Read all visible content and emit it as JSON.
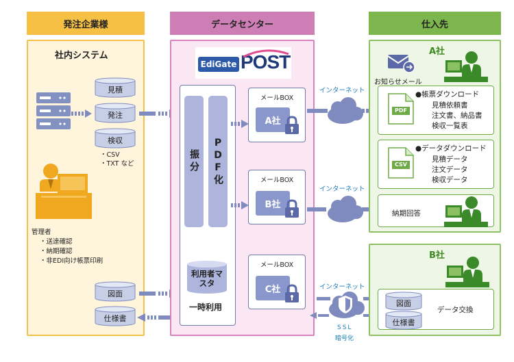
{
  "headers": {
    "orderer": "発注企業様",
    "datacenter": "データセンター",
    "supplier": "仕入先"
  },
  "orderer": {
    "system_title": "社内システム",
    "docs": [
      "見積",
      "発注",
      "検収"
    ],
    "formats": [
      "・CSV",
      "・TXT など"
    ],
    "admin_title": "管理者",
    "admin_tasks": [
      "・送達確認",
      "・納期確認",
      "・非EDI向け帳票印刷"
    ],
    "bottom_docs": [
      "図面",
      "仕様書"
    ]
  },
  "datacenter": {
    "logo_prefix": "EdiGate",
    "logo_suffix": "POST",
    "sort_label": "振分",
    "pdf_label": "PDF化",
    "user_master": "利用者マスタ",
    "temp_use": "一時利用",
    "mailboxes": [
      {
        "title": "メールBOX",
        "company": "A社"
      },
      {
        "title": "メールBOX",
        "company": "B社"
      },
      {
        "title": "メールBOX",
        "company": "C社"
      }
    ]
  },
  "network": {
    "internet_1": "インターネット",
    "internet_2": "インターネット",
    "internet_3": "インターネット",
    "ssl": "SSL",
    "encryption": "暗号化"
  },
  "supplier": {
    "company_a": "A社",
    "notify": "お知らせメール",
    "form_download_title": "●帳票ダウンロード",
    "form_download_items": [
      "見積依頼書",
      "注文書、納品書",
      "検収一覧表"
    ],
    "data_download_title": "●データダウンロード",
    "data_download_items": [
      "見積データ",
      "注文データ",
      "検収データ"
    ],
    "delivery_reply": "納期回答",
    "company_b": "B社",
    "b_docs": [
      "図面",
      "仕様書"
    ],
    "data_exchange": "データ交換",
    "pdf_icon": "PDF",
    "csv_icon": "CSV"
  },
  "colors": {
    "orderer_bg": "#fff5dd",
    "orderer_border": "#f3c14a",
    "orderer_header": "#f5c044",
    "dc_bg": "#fbe6f3",
    "dc_border": "#d883bd",
    "dc_header": "#cd7fb5",
    "supplier_bg": "#eef7e6",
    "supplier_border": "#8cc063",
    "supplier_header": "#7cb64d"
  }
}
